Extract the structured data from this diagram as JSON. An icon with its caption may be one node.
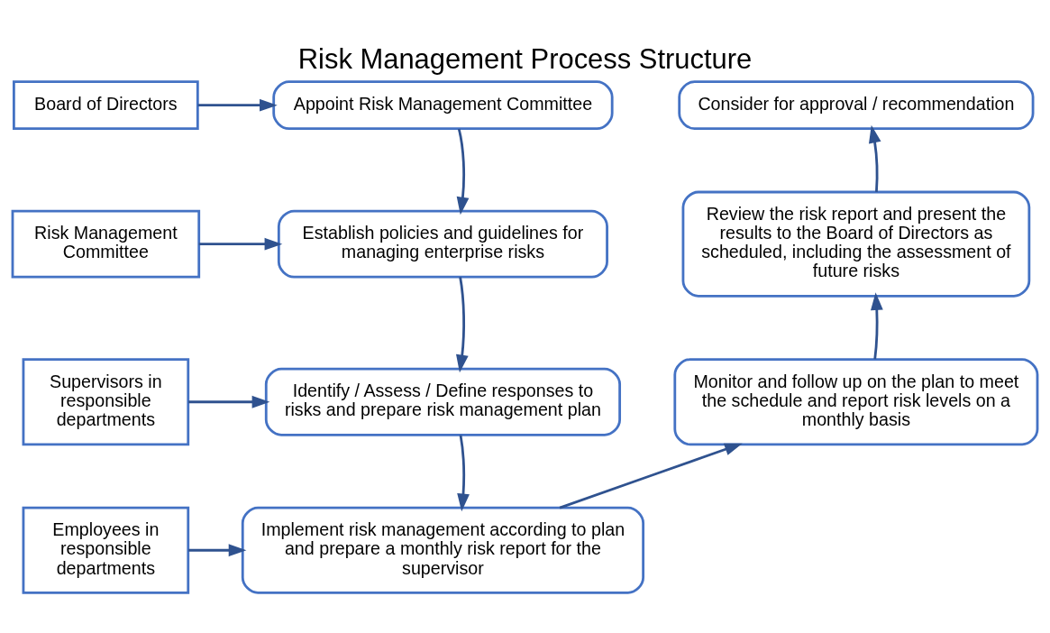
{
  "diagram": {
    "title": "Risk Management Process Structure",
    "nodes": [
      {
        "text": [
          "Board of Directors"
        ]
      },
      {
        "text": [
          "Appoint Risk Management Committee"
        ]
      },
      {
        "text": [
          "Consider for approval / recommendation"
        ]
      },
      {
        "text": [
          "Risk Management Committee"
        ]
      },
      {
        "text": [
          "Establish policies and guidelines for managing enterprise risks"
        ]
      },
      {
        "text": [
          "Review the risk report and present the results to the Board of Directors as scheduled, including the assessment of future risks"
        ]
      },
      {
        "text": [
          "Supervisors in responsible departments"
        ]
      },
      {
        "text": [
          "Identify / Assess / Define responses to risks and prepare risk management plan"
        ]
      },
      {
        "text": [
          "Monitor and follow up on the plan to meet the schedule and report risk levels on a monthly basis"
        ]
      },
      {
        "text": [
          "Employees in responsible departments"
        ]
      },
      {
        "text": [
          "Implement risk management according to plan and prepare a monthly risk report for the supervisor"
        ]
      }
    ],
    "edges": [
      {
        "from": 0,
        "to": 1,
        "arrow": "to"
      },
      {
        "from": 3,
        "to": 4,
        "arrow": "to"
      },
      {
        "from": 6,
        "to": 7,
        "arrow": "to"
      },
      {
        "from": 9,
        "to": 10,
        "arrow": "to"
      },
      {
        "from": 1,
        "to": 4,
        "arrow": "to"
      },
      {
        "from": 4,
        "to": 7,
        "arrow": "to"
      },
      {
        "from": 7,
        "to": 10,
        "arrow": "to"
      },
      {
        "from": 10,
        "to": 8,
        "arrow": "to"
      },
      {
        "from": 8,
        "to": 5,
        "arrow": "to"
      },
      {
        "from": 5,
        "to": 2,
        "arrow": "to"
      }
    ]
  }
}
